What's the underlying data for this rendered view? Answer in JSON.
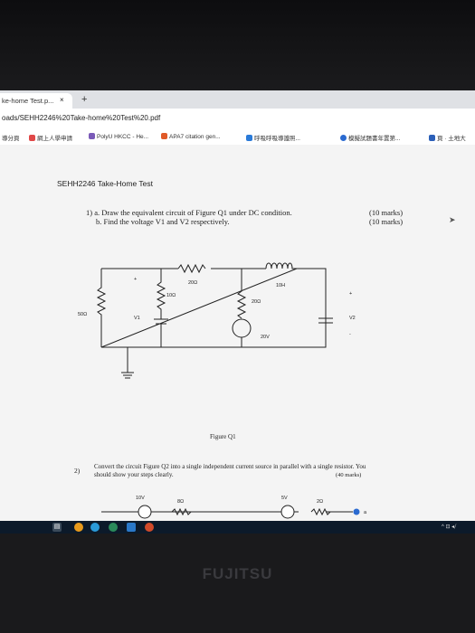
{
  "browser": {
    "tab_title": "ke-home Test.p...",
    "tab_close": "×",
    "new_tab": "+",
    "url": "oads/SEHH2246%20Take-home%20Test%20.pdf",
    "bookmarks": [
      "導分頁",
      "網上人學申請",
      "PolyU HKCC - He...",
      "APA7 citation gen...",
      "呼吸呼吸導護照...",
      "模擬試題書年置第...",
      "頁 · 土地大"
    ]
  },
  "document": {
    "title": "SEHH2246 Take-Home Test",
    "q1_line_a": "1)  a. Draw the equivalent circuit of Figure Q1 under DC condition.",
    "q1_line_b": "b. Find the voltage V1 and V2 respectively.",
    "q1_marks_a": "(10 marks)",
    "q1_marks_b": "(10 marks)",
    "figure_caption": "Figure Q1",
    "q2_number": "2)",
    "q2_text": "Convert the circuit Figure Q2 into a single independent current source in parallel with a single resistor. You should show your steps clearly.",
    "q2_marks": "(40 marks)"
  },
  "circuit_q1": {
    "r_top": "20Ω",
    "inductor": "10H",
    "r_left_mid": "10Ω",
    "r_mid": "20Ω",
    "r_left": "50Ω",
    "v1_label": "V1",
    "v2_label": "V2",
    "source": "20V",
    "plus": "+",
    "minus": "-"
  },
  "circuit_q2": {
    "src1": "10V",
    "r1": "8Ω",
    "src2": "5V",
    "r2": "2Ω",
    "node": "a"
  },
  "taskbar": {
    "tray": "^ ⊡ ◂⧸"
  },
  "brand": "FUJITSU"
}
